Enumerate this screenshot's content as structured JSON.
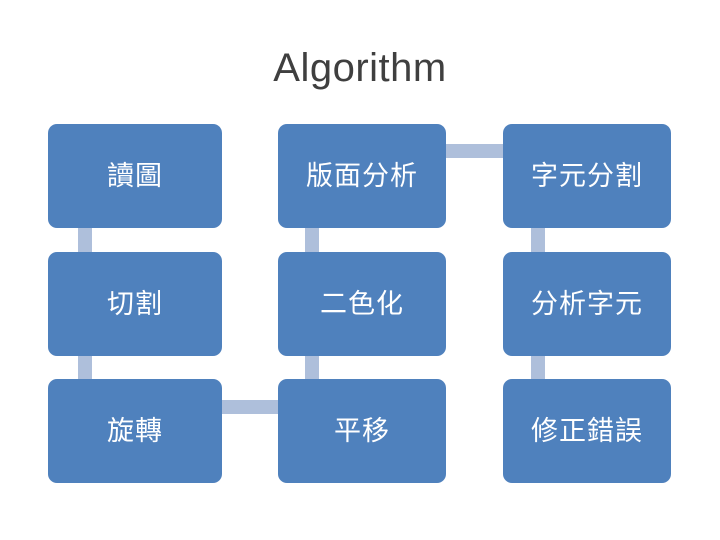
{
  "slide": {
    "title": "Algorithm",
    "background_color": "#ffffff",
    "title_color": "#3f3f3f"
  },
  "theme": {
    "node_fill": "#4f81bd",
    "node_text_color": "#ffffff",
    "connector_color": "#aebfdb"
  },
  "diagram": {
    "type": "process-flow-grid",
    "columns": 3,
    "rows": 3,
    "nodes": [
      {
        "id": "n-r1c1",
        "row": 1,
        "col": 1,
        "label": "讀圖"
      },
      {
        "id": "n-r1c2",
        "row": 1,
        "col": 2,
        "label": "版面分析"
      },
      {
        "id": "n-r1c3",
        "row": 1,
        "col": 3,
        "label": "字元分割"
      },
      {
        "id": "n-r2c1",
        "row": 2,
        "col": 1,
        "label": "切割"
      },
      {
        "id": "n-r2c2",
        "row": 2,
        "col": 2,
        "label": "二色化"
      },
      {
        "id": "n-r2c3",
        "row": 2,
        "col": 3,
        "label": "分析字元"
      },
      {
        "id": "n-r3c1",
        "row": 3,
        "col": 1,
        "label": "旋轉"
      },
      {
        "id": "n-r3c2",
        "row": 3,
        "col": 2,
        "label": "平移"
      },
      {
        "id": "n-r3c3",
        "row": 3,
        "col": 3,
        "label": "修正錯誤"
      }
    ],
    "connectors": [
      {
        "id": "c-r1c2-to-r1c3",
        "orientation": "horizontal",
        "from": "n-r1c2",
        "to": "n-r1c3"
      },
      {
        "id": "c-r1c1-to-r2c1",
        "orientation": "vertical",
        "from": "n-r1c1",
        "to": "n-r2c1"
      },
      {
        "id": "c-r1c2-to-r2c2",
        "orientation": "vertical",
        "from": "n-r1c2",
        "to": "n-r2c2"
      },
      {
        "id": "c-r1c3-to-r2c3",
        "orientation": "vertical",
        "from": "n-r1c3",
        "to": "n-r2c3"
      },
      {
        "id": "c-r2c1-to-r3c1",
        "orientation": "vertical",
        "from": "n-r2c1",
        "to": "n-r3c1"
      },
      {
        "id": "c-r2c2-to-r3c2",
        "orientation": "vertical",
        "from": "n-r2c2",
        "to": "n-r3c2"
      },
      {
        "id": "c-r2c3-to-r3c3",
        "orientation": "vertical",
        "from": "n-r2c3",
        "to": "n-r3c3"
      },
      {
        "id": "c-r3c1-to-r3c2",
        "orientation": "horizontal",
        "from": "n-r3c1",
        "to": "n-r3c2"
      }
    ]
  }
}
